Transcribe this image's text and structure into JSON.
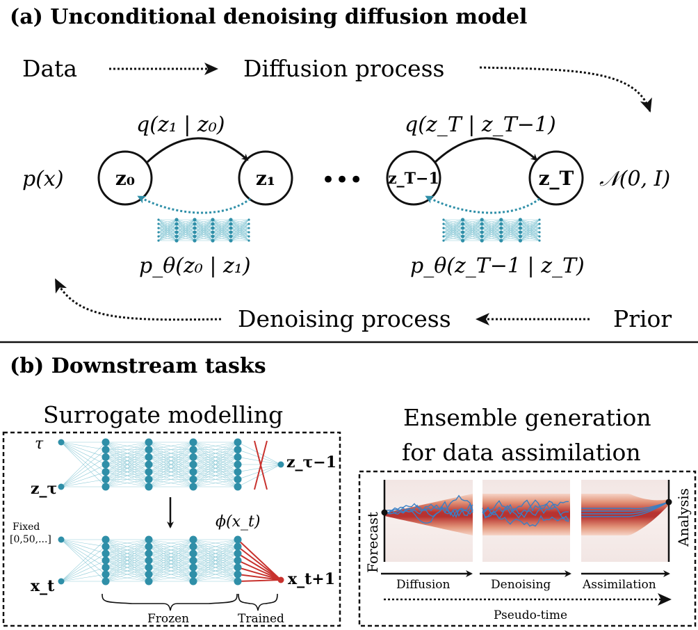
{
  "panel_a": {
    "title": "(a) Unconditional denoising diffusion model",
    "data_label": "Data",
    "diffusion_label": "Diffusion process",
    "denoising_label": "Denoising process",
    "prior_label": "Prior",
    "p_x": "p(x)",
    "normal": "𝒩(0, I)",
    "q_first": "q(z₁ | z₀)",
    "q_last": "q(z_T | z_T−1)",
    "p_first": "p_θ(z₀ | z₁)",
    "p_last": "p_θ(z_T−1 | z_T)",
    "nodes": [
      "z₀",
      "z₁",
      "z_T−1",
      "z_T"
    ],
    "ellipsis": "•••"
  },
  "panel_b": {
    "title": "(b) Downstream tasks",
    "surrogate": {
      "title": "Surrogate modelling",
      "tau": "τ",
      "z_tau": "z_τ",
      "out_top": "z_τ−1",
      "fixed_line1": "Fixed",
      "fixed_line2": "[0,50,...]",
      "x_t": "x_t",
      "phi": "ϕ(x_t)",
      "out_bottom": "x_t+1",
      "frozen": "Frozen",
      "trained": "Trained"
    },
    "ensemble": {
      "title_line1": "Ensemble generation",
      "title_line2": "for data assimilation",
      "forecast": "Forecast",
      "analysis": "Analysis",
      "diffusion": "Diffusion",
      "denoising": "Denoising",
      "assimilation": "Assimilation",
      "pseudo_time": "Pseudo-time"
    }
  },
  "colors": {
    "teal": "#2f8fa8",
    "teal_light": "#8fcbd8",
    "red": "#c8322e",
    "dark_red": "#9e0f12",
    "blue": "#3a7fc4"
  }
}
